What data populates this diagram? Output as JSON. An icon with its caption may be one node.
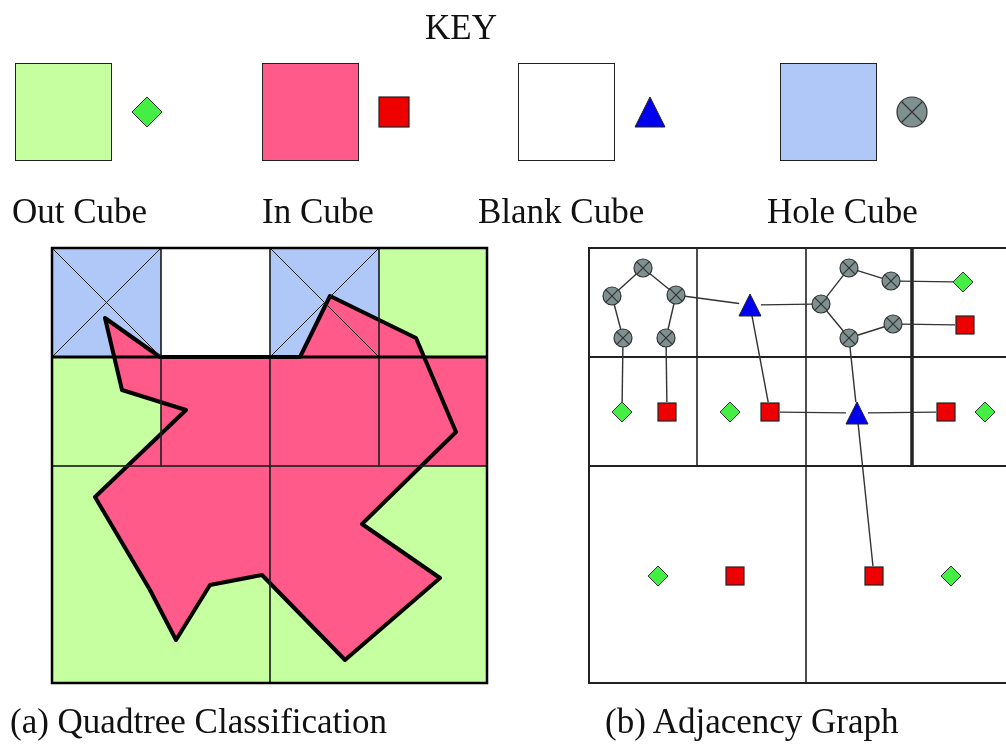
{
  "diagram": {
    "nodes": [
      {
        "text": [],
        "shape": "circle"
      },
      {
        "text": [],
        "shape": "circle"
      },
      {
        "text": [],
        "shape": "circle"
      },
      {
        "text": [],
        "shape": "circle"
      },
      {
        "text": [],
        "shape": "circle"
      },
      {
        "text": [],
        "shape": "triangle"
      },
      {
        "text": [],
        "shape": "circle"
      },
      {
        "text": [],
        "shape": "circle"
      },
      {
        "text": [],
        "shape": "circle"
      },
      {
        "text": [],
        "shape": "circle"
      },
      {
        "text": [],
        "shape": "circle"
      },
      {
        "text": [],
        "shape": "diamond"
      },
      {
        "text": [],
        "shape": "box"
      },
      {
        "text": [],
        "shape": "diamond"
      },
      {
        "text": [],
        "shape": "box"
      },
      {
        "text": [],
        "shape": "diamond"
      },
      {
        "text": [],
        "shape": "box"
      },
      {
        "text": [],
        "shape": "triangle"
      },
      {
        "text": [],
        "shape": "box"
      },
      {
        "text": [],
        "shape": "diamond"
      },
      {
        "text": [],
        "shape": "diamond"
      },
      {
        "text": [],
        "shape": "box"
      },
      {
        "text": [],
        "shape": "box"
      },
      {
        "text": [],
        "shape": "diamond"
      }
    ],
    "edges": [
      {
        "from": 0,
        "to": 1,
        "arrow": "none"
      },
      {
        "from": 0,
        "to": 2,
        "arrow": "none"
      },
      {
        "from": 1,
        "to": 3,
        "arrow": "none"
      },
      {
        "from": 2,
        "to": 4,
        "arrow": "none"
      },
      {
        "from": 2,
        "to": 5,
        "arrow": "none"
      },
      {
        "from": 3,
        "to": 13,
        "arrow": "none"
      },
      {
        "from": 4,
        "to": 14,
        "arrow": "none"
      },
      {
        "from": 5,
        "to": 7,
        "arrow": "none"
      },
      {
        "from": 5,
        "to": 16,
        "arrow": "none"
      },
      {
        "from": 7,
        "to": 6,
        "arrow": "none"
      },
      {
        "from": 6,
        "to": 8,
        "arrow": "none"
      },
      {
        "from": 7,
        "to": 10,
        "arrow": "none"
      },
      {
        "from": 10,
        "to": 9,
        "arrow": "none"
      },
      {
        "from": 8,
        "to": 11,
        "arrow": "none"
      },
      {
        "from": 9,
        "to": 12,
        "arrow": "none"
      },
      {
        "from": 10,
        "to": 17,
        "arrow": "none"
      },
      {
        "from": 16,
        "to": 17,
        "arrow": "none"
      },
      {
        "from": 17,
        "to": 18,
        "arrow": "none"
      },
      {
        "from": 17,
        "to": 22,
        "arrow": "none"
      }
    ],
    "labels": [
      "KEY",
      "(a) Quadtree Classification",
      "(b) Adjacency Graph"
    ],
    "legend": [
      {
        "text": "Out Cube",
        "color": "#c6ffa0"
      },
      {
        "text": "In Cube",
        "color": "#ff5a8a"
      },
      {
        "text": "Blank Cube",
        "color": "#ffffff"
      },
      {
        "text": "Hole Cube",
        "color": "#b0c8f8"
      }
    ]
  }
}
